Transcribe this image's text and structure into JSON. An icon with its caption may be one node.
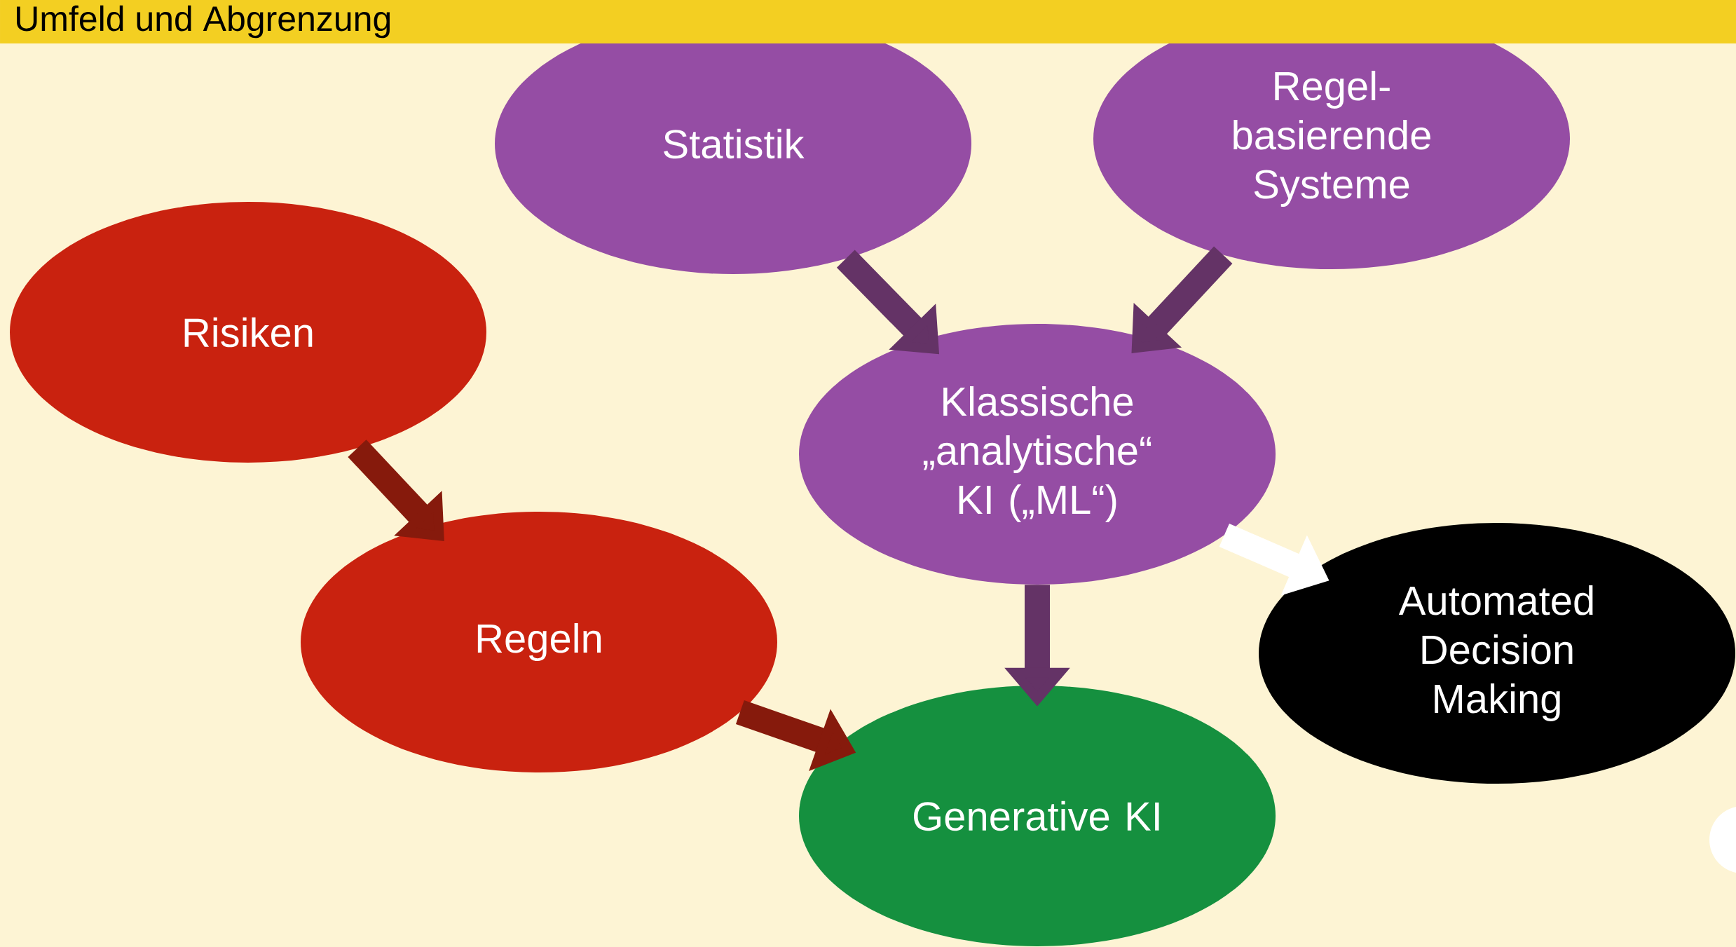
{
  "diagram": {
    "title": "Umfeld und Abgrenzung",
    "nodes": [
      {
        "text": [
          "Statistik"
        ]
      },
      {
        "text": [
          "Regel- basierende Systeme"
        ]
      },
      {
        "text": [
          "Risiken"
        ]
      },
      {
        "text": [
          "Klassische „analytische“ KI („ML“)"
        ]
      },
      {
        "text": [
          "Regeln"
        ]
      },
      {
        "text": [
          "Automated Decision Making"
        ]
      },
      {
        "text": [
          "Generative KI"
        ]
      },
      {
        "text": [],
        "shape": "circle"
      }
    ],
    "edges": [
      {
        "from": 0,
        "to": 3,
        "arrow": "to",
        "color": "#643366"
      },
      {
        "from": 1,
        "to": 3,
        "arrow": "to",
        "color": "#643366"
      },
      {
        "from": 2,
        "to": 4,
        "arrow": "to",
        "color": "#861a0c"
      },
      {
        "from": 4,
        "to": 6,
        "arrow": "to",
        "color": "#861a0c"
      },
      {
        "from": 3,
        "to": 6,
        "arrow": "to",
        "color": "#643366"
      },
      {
        "from": 3,
        "to": 5,
        "arrow": "to",
        "color": "#ffffff"
      }
    ]
  }
}
